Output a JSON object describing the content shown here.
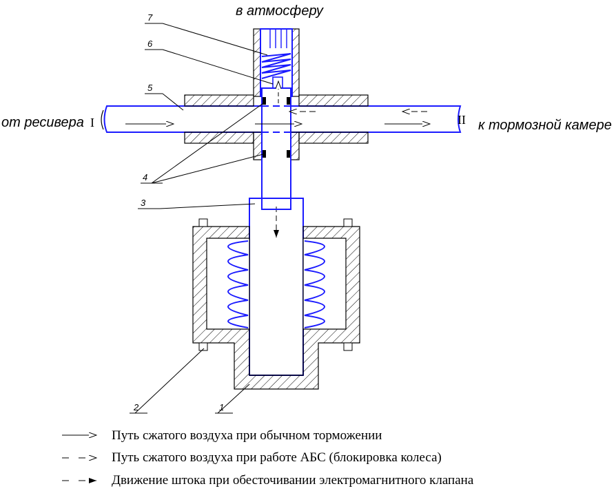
{
  "labels": {
    "top": "в атмосферу",
    "left": "от ресивера",
    "right": "к тормозной камере",
    "port_in": "I",
    "port_out": "II"
  },
  "callouts": [
    "1",
    "2",
    "3",
    "4",
    "5",
    "6",
    "7"
  ],
  "legend": [
    {
      "text": "Путь сжатого воздуха при обычном торможении",
      "arrow": "solid-open"
    },
    {
      "text": "Путь сжатого воздуха при работе АБС (блокировка колеса)",
      "arrow": "dashed-open"
    },
    {
      "text": "Движение штока при обесточивании электромагнитного клапана",
      "arrow": "dashed-filled"
    }
  ],
  "colors": {
    "part": "#1a1aff",
    "body": "#000000"
  }
}
